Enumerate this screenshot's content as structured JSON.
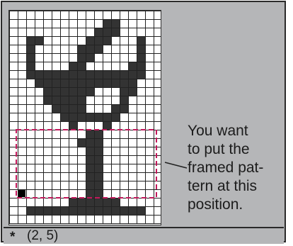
{
  "annotation": {
    "line1": "You   want",
    "line2": "to put the",
    "line3": "framed pat-",
    "line4": "tern at this",
    "line5": "position."
  },
  "status": {
    "marker": "*",
    "coordinates": "(2, 5)"
  },
  "colors": {
    "panel": "#b5b6b8",
    "grid_line": "#222222",
    "pixel_fill": "#333333",
    "frame_dash": "#c2185b",
    "cursor": "#000000"
  },
  "grid": {
    "columns": 18,
    "rows": 25,
    "filled_pixels": [
      [
        11,
        1
      ],
      [
        12,
        1
      ],
      [
        10,
        2
      ],
      [
        11,
        2
      ],
      [
        12,
        2
      ],
      [
        2,
        3
      ],
      [
        3,
        3
      ],
      [
        9,
        3
      ],
      [
        10,
        3
      ],
      [
        11,
        3
      ],
      [
        15,
        3
      ],
      [
        2,
        4
      ],
      [
        8,
        4
      ],
      [
        9,
        4
      ],
      [
        10,
        4
      ],
      [
        15,
        4
      ],
      [
        2,
        5
      ],
      [
        8,
        5
      ],
      [
        9,
        5
      ],
      [
        15,
        5
      ],
      [
        2,
        6
      ],
      [
        7,
        6
      ],
      [
        8,
        6
      ],
      [
        14,
        6
      ],
      [
        15,
        6
      ],
      [
        2,
        7
      ],
      [
        3,
        7
      ],
      [
        4,
        7
      ],
      [
        5,
        7
      ],
      [
        6,
        7
      ],
      [
        7,
        7
      ],
      [
        8,
        7
      ],
      [
        9,
        7
      ],
      [
        10,
        7
      ],
      [
        11,
        7
      ],
      [
        12,
        7
      ],
      [
        13,
        7
      ],
      [
        14,
        7
      ],
      [
        15,
        7
      ],
      [
        3,
        8
      ],
      [
        4,
        8
      ],
      [
        5,
        8
      ],
      [
        6,
        8
      ],
      [
        7,
        8
      ],
      [
        8,
        8
      ],
      [
        9,
        8
      ],
      [
        10,
        8
      ],
      [
        11,
        8
      ],
      [
        12,
        8
      ],
      [
        13,
        8
      ],
      [
        14,
        8
      ],
      [
        4,
        9
      ],
      [
        5,
        9
      ],
      [
        6,
        9
      ],
      [
        7,
        9
      ],
      [
        8,
        9
      ],
      [
        9,
        9
      ],
      [
        13,
        9
      ],
      [
        14,
        9
      ],
      [
        4,
        10
      ],
      [
        5,
        10
      ],
      [
        6,
        10
      ],
      [
        7,
        10
      ],
      [
        8,
        10
      ],
      [
        13,
        10
      ],
      [
        5,
        11
      ],
      [
        6,
        11
      ],
      [
        7,
        11
      ],
      [
        8,
        11
      ],
      [
        12,
        11
      ],
      [
        13,
        11
      ],
      [
        6,
        12
      ],
      [
        7,
        12
      ],
      [
        8,
        12
      ],
      [
        9,
        12
      ],
      [
        10,
        12
      ],
      [
        11,
        12
      ],
      [
        12,
        12
      ],
      [
        7,
        13
      ],
      [
        11,
        13
      ],
      [
        9,
        14
      ],
      [
        10,
        14
      ],
      [
        8,
        15
      ],
      [
        9,
        15
      ],
      [
        10,
        15
      ],
      [
        9,
        16
      ],
      [
        10,
        16
      ],
      [
        9,
        17
      ],
      [
        10,
        17
      ],
      [
        9,
        18
      ],
      [
        10,
        18
      ],
      [
        9,
        19
      ],
      [
        10,
        19
      ],
      [
        9,
        20
      ],
      [
        10,
        20
      ],
      [
        9,
        21
      ],
      [
        10,
        21
      ],
      [
        7,
        22
      ],
      [
        8,
        22
      ],
      [
        9,
        22
      ],
      [
        10,
        22
      ],
      [
        11,
        22
      ],
      [
        12,
        22
      ],
      [
        2,
        23
      ],
      [
        3,
        23
      ],
      [
        4,
        23
      ],
      [
        5,
        23
      ],
      [
        6,
        23
      ],
      [
        7,
        23
      ],
      [
        8,
        23
      ],
      [
        9,
        23
      ],
      [
        10,
        23
      ],
      [
        11,
        23
      ],
      [
        12,
        23
      ],
      [
        13,
        23
      ],
      [
        14,
        23
      ],
      [
        15,
        23
      ]
    ],
    "cursor_cell": [
      1,
      21
    ],
    "frame_cells": {
      "col_start": 1,
      "col_end": 17,
      "row_start": 14,
      "row_end": 22
    }
  }
}
